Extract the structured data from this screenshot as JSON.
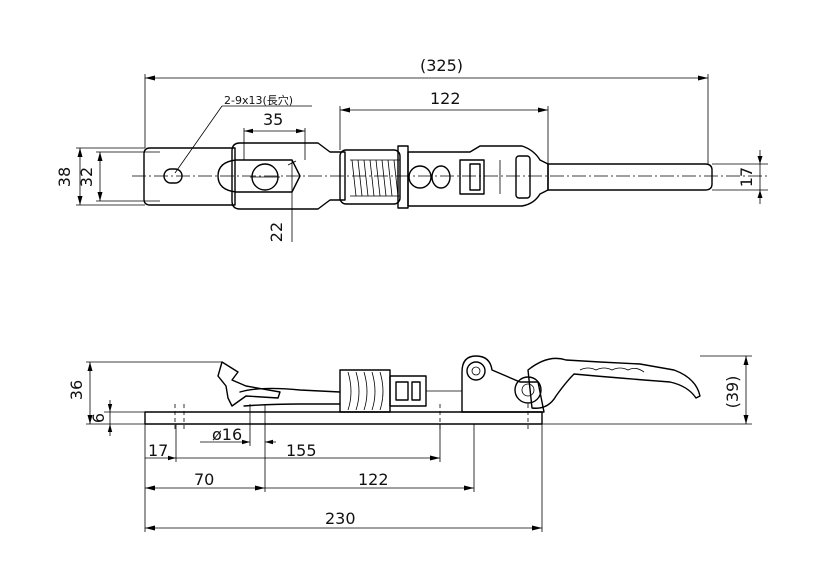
{
  "top_view": {
    "overall_length": "(325)",
    "spring_length": "122",
    "hole_spacing": "35",
    "slot_note": "2-9x13(長穴)",
    "height_outer": "38",
    "height_inner": "32",
    "offset": "22",
    "handle_width": "17"
  },
  "side_view": {
    "height": "36",
    "plate_thickness": "6",
    "handle_height": "(39)",
    "edge_offset": "17",
    "diameter": "ø16",
    "span_155": "155",
    "span_70": "70",
    "span_122": "122",
    "base_length": "230"
  }
}
